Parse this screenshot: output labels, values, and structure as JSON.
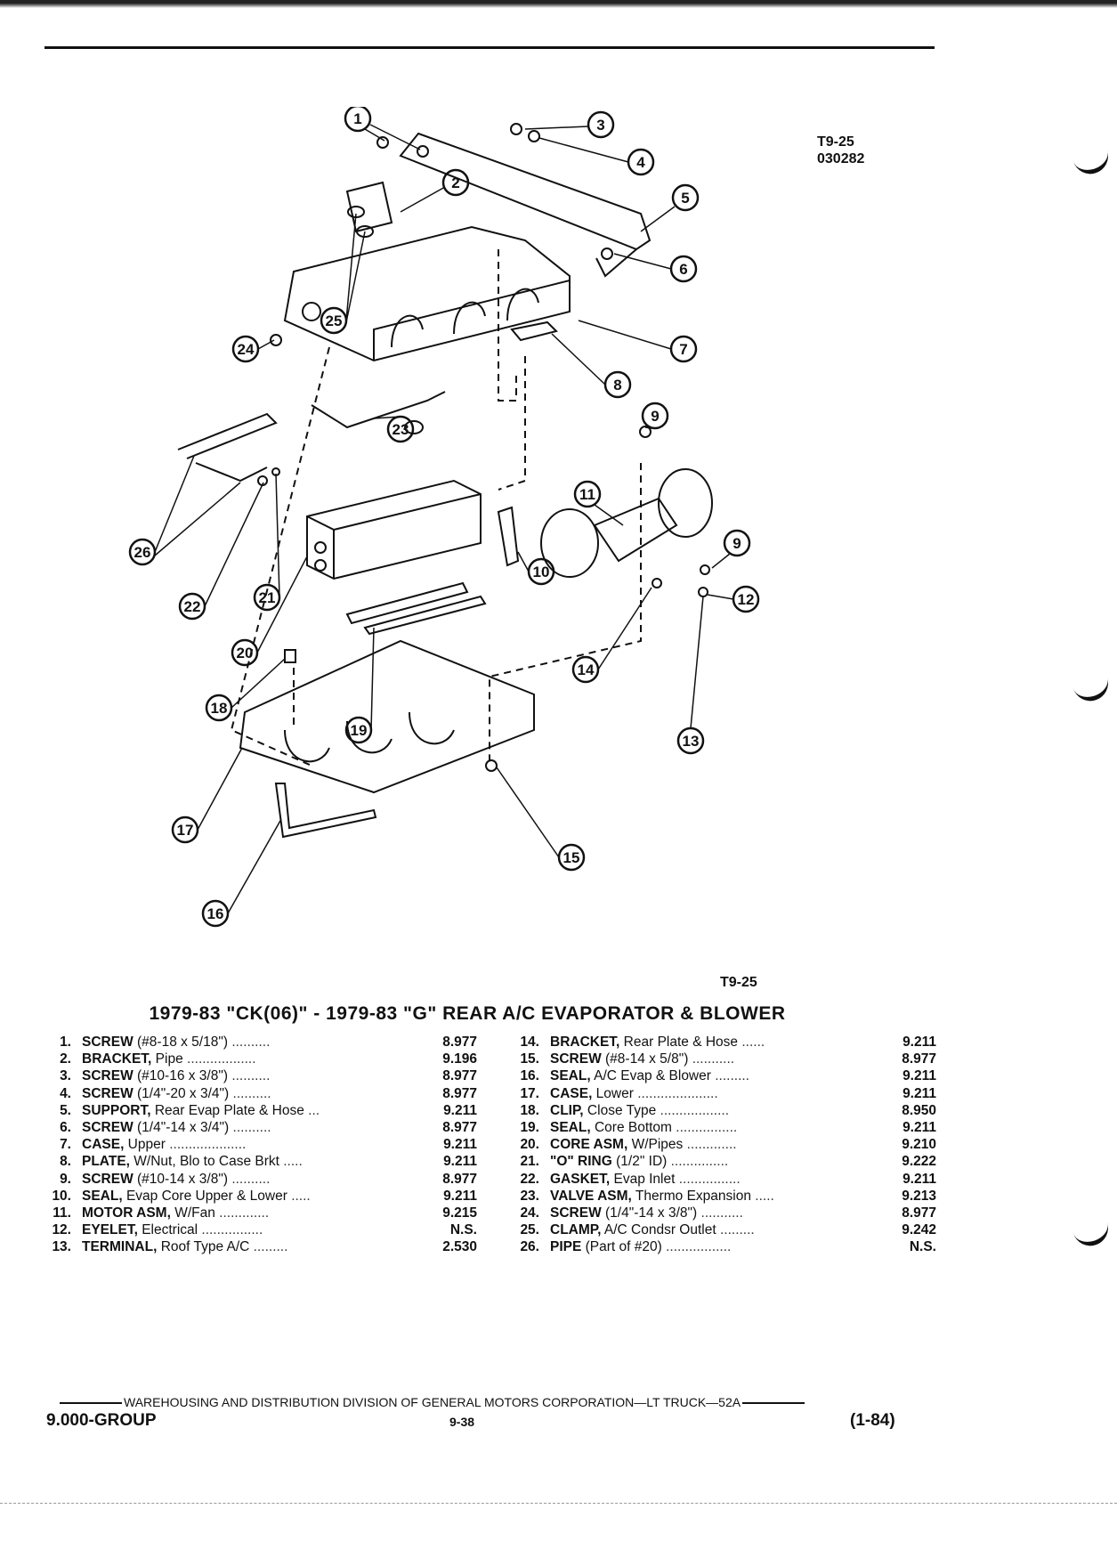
{
  "ref": {
    "line1": "T9-25",
    "line2": "030282"
  },
  "diagram_code": "T9-25",
  "title": "1979-83 \"CK(06)\" - 1979-83 \"G\" REAR A/C EVAPORATOR & BLOWER",
  "callouts": [
    "1",
    "2",
    "3",
    "4",
    "5",
    "6",
    "7",
    "8",
    "9",
    "9",
    "10",
    "11",
    "12",
    "13",
    "14",
    "15",
    "16",
    "17",
    "18",
    "19",
    "20",
    "21",
    "22",
    "23",
    "24",
    "25",
    "26"
  ],
  "parts_left": [
    {
      "num": "1.",
      "name": "SCREW",
      "desc": " (#8-18 x 5/18\")",
      "dots": " ..........",
      "code": "8.977"
    },
    {
      "num": "2.",
      "name": "BRACKET,",
      "desc": " Pipe",
      "dots": " ..................",
      "code": "9.196"
    },
    {
      "num": "3.",
      "name": "SCREW",
      "desc": " (#10-16 x 3/8\")",
      "dots": " ..........",
      "code": "8.977"
    },
    {
      "num": "4.",
      "name": "SCREW",
      "desc": " (1/4\"-20 x 3/4\")",
      "dots": " ..........",
      "code": "8.977"
    },
    {
      "num": "5.",
      "name": "SUPPORT,",
      "desc": " Rear Evap Plate & Hose",
      "dots": " ...",
      "code": "9.211"
    },
    {
      "num": "6.",
      "name": "SCREW",
      "desc": " (1/4\"-14 x 3/4\")",
      "dots": " ..........",
      "code": "8.977"
    },
    {
      "num": "7.",
      "name": "CASE,",
      "desc": " Upper",
      "dots": " ....................",
      "code": "9.211"
    },
    {
      "num": "8.",
      "name": "PLATE,",
      "desc": " W/Nut, Blo to Case Brkt",
      "dots": " .....",
      "code": "9.211"
    },
    {
      "num": "9.",
      "name": "SCREW",
      "desc": " (#10-14 x 3/8\")",
      "dots": " ..........",
      "code": "8.977"
    },
    {
      "num": "10.",
      "name": "SEAL,",
      "desc": " Evap Core Upper & Lower",
      "dots": " .....",
      "code": "9.211"
    },
    {
      "num": "11.",
      "name": "MOTOR ASM,",
      "desc": " W/Fan",
      "dots": " .............",
      "code": "9.215"
    },
    {
      "num": "12.",
      "name": "EYELET,",
      "desc": " Electrical",
      "dots": " ................",
      "code": "N.S."
    },
    {
      "num": "13.",
      "name": "TERMINAL,",
      "desc": " Roof Type A/C",
      "dots": " .........",
      "code": "2.530"
    }
  ],
  "parts_right": [
    {
      "num": "14.",
      "name": "BRACKET,",
      "desc": " Rear Plate & Hose",
      "dots": " ......",
      "code": "9.211"
    },
    {
      "num": "15.",
      "name": "SCREW",
      "desc": " (#8-14 x 5/8\")",
      "dots": " ...........",
      "code": "8.977"
    },
    {
      "num": "16.",
      "name": "SEAL,",
      "desc": " A/C Evap & Blower",
      "dots": " .........",
      "code": "9.211"
    },
    {
      "num": "17.",
      "name": "CASE,",
      "desc": " Lower",
      "dots": " .....................",
      "code": "9.211"
    },
    {
      "num": "18.",
      "name": "CLIP,",
      "desc": " Close Type",
      "dots": " ..................",
      "code": "8.950"
    },
    {
      "num": "19.",
      "name": "SEAL,",
      "desc": " Core Bottom",
      "dots": " ................",
      "code": "9.211"
    },
    {
      "num": "20.",
      "name": "CORE ASM,",
      "desc": " W/Pipes",
      "dots": " .............",
      "code": "9.210"
    },
    {
      "num": "21.",
      "name": "\"O\" RING",
      "desc": " (1/2\" ID)",
      "dots": " ...............",
      "code": "9.222"
    },
    {
      "num": "22.",
      "name": "GASKET,",
      "desc": " Evap Inlet",
      "dots": " ................",
      "code": "9.211"
    },
    {
      "num": "23.",
      "name": "VALVE ASM,",
      "desc": " Thermo Expansion",
      "dots": " .....",
      "code": "9.213"
    },
    {
      "num": "24.",
      "name": "SCREW",
      "desc": " (1/4\"-14 x 3/8\")",
      "dots": " ...........",
      "code": "8.977"
    },
    {
      "num": "25.",
      "name": "CLAMP,",
      "desc": " A/C Condsr Outlet",
      "dots": " .........",
      "code": "9.242"
    },
    {
      "num": "26.",
      "name": "PIPE",
      "desc": " (Part of #20)",
      "dots": " .................",
      "code": "N.S."
    }
  ],
  "footer": {
    "line": "WAREHOUSING AND DISTRIBUTION  DIVISION OF GENERAL MOTORS CORPORATION—LT TRUCK—52A",
    "group": "9.000-GROUP",
    "page": "9-38",
    "date": "(1-84)"
  }
}
